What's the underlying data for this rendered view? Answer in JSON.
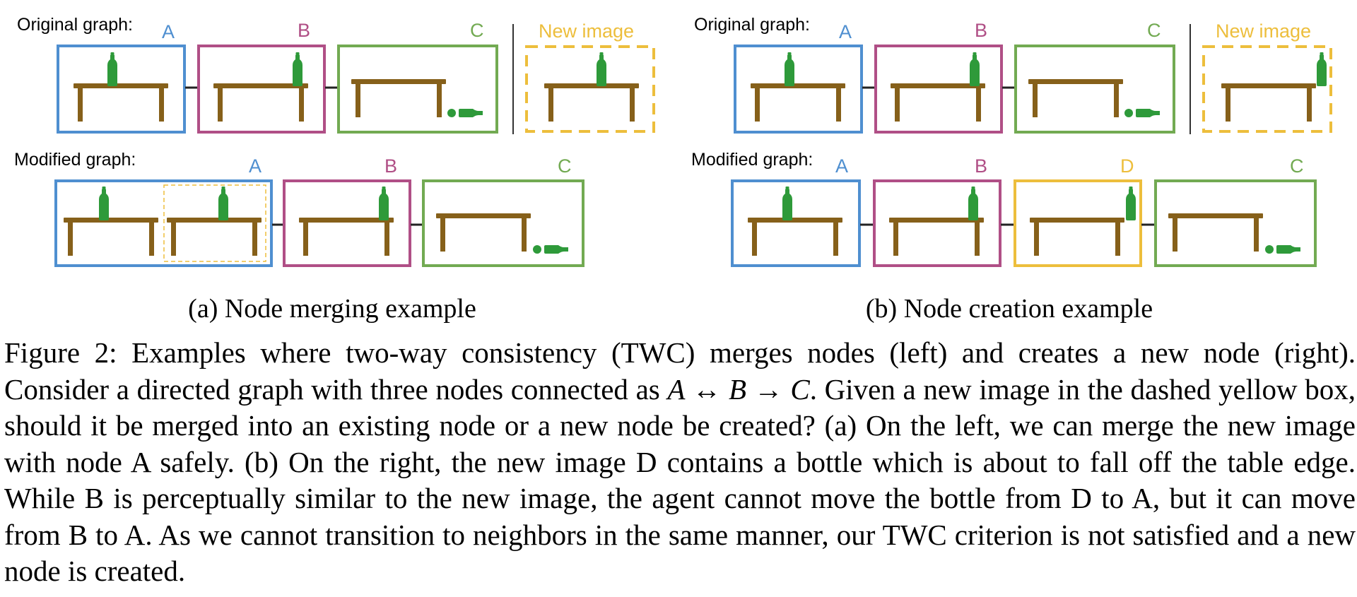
{
  "colors": {
    "A": "#4f8fd0",
    "B": "#b04f86",
    "C": "#72aa52",
    "D": "#edbe3c",
    "table": "#86601a",
    "bottle": "#2e9a3a",
    "divider": "#333333"
  },
  "panel_a": {
    "original_label": "Original graph:",
    "modified_label": "Modified graph:",
    "node_labels": {
      "A": "A",
      "B": "B",
      "C": "C"
    },
    "new_image_label": "New image",
    "subcaption": "(a) Node merging example"
  },
  "panel_b": {
    "original_label": "Original graph:",
    "modified_label": "Modified graph:",
    "node_labels": {
      "A": "A",
      "B": "B",
      "C": "C",
      "D": "D"
    },
    "new_image_label": "New image",
    "subcaption": "(b) Node creation example"
  },
  "caption": {
    "prefix": "Figure 2: Examples where two-way consistency (TWC) merges nodes (left) and creates a new node (right). Consider a directed graph with three nodes connected as ",
    "math": "A ↔ B → C",
    "suffix": ". Given a new image in the dashed yellow box, should it be merged into an existing node or a new node be created? (a) On the left, we can merge the new image with node A safely. (b) On the right, the new image D contains a bottle which is about to fall off the table edge. While B is perceptually similar to the new image, the agent cannot move the bottle from D to A, but it can move from B to A. As we cannot transition to neighbors in the same manner, our TWC criterion is not satisfied and a new node is created."
  }
}
